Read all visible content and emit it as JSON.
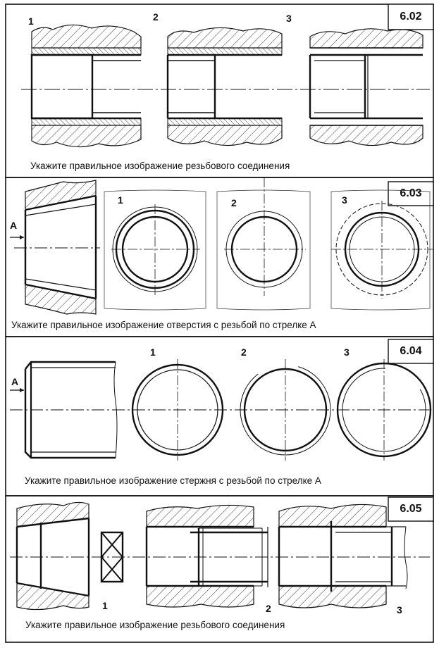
{
  "panels": [
    {
      "code": "6.02",
      "question": "Укажите правильное изображение резьбового соединения",
      "option_labels": [
        "1",
        "2",
        "3"
      ]
    },
    {
      "code": "6.03",
      "question": "Укажите правильное изображение отверстия с резьбой по стрелке А",
      "option_labels": [
        "1",
        "2",
        "3"
      ],
      "arrow_label": "А"
    },
    {
      "code": "6.04",
      "question": "Укажите правильное изображение стержня  с резьбой по стрелке А",
      "option_labels": [
        "1",
        "2",
        "3"
      ],
      "arrow_label": "А"
    },
    {
      "code": "6.05",
      "question": "Укажите правильное изображение резьбового соединения",
      "option_labels": [
        "1",
        "2",
        "3"
      ]
    }
  ]
}
